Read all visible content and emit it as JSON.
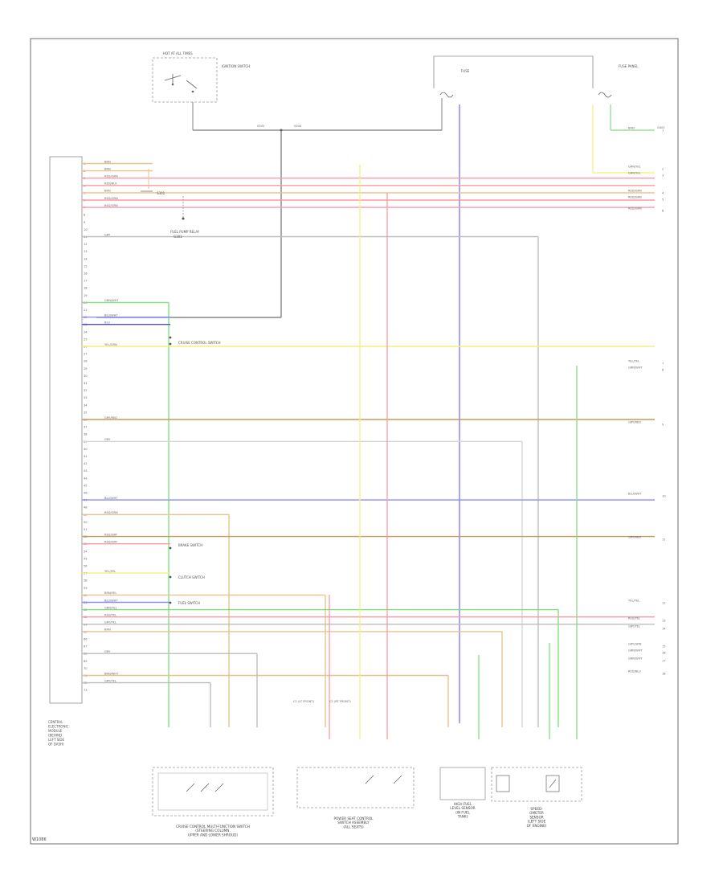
{
  "diagram": {
    "figure_id": "W1086",
    "top_labels": {
      "ignition_switch": "IGNITION SWITCH",
      "hot_at_all_times": "HOT AT ALL TIMES",
      "fuse": "FUSE",
      "fuse_panel": "FUSE PANEL",
      "splice_1": "S303",
      "splice_2": "S304",
      "ground": "G401"
    },
    "module": {
      "label_lines": [
        "CENTRAL",
        "ELECTRONIC",
        "MODULE",
        "(BEHIND",
        "LEFT SIDE",
        "OF DASH)"
      ]
    },
    "pins": [
      "1",
      "2",
      "3",
      "4",
      "5",
      "6",
      "7",
      "8",
      "9",
      "10",
      "11",
      "12",
      "13",
      "14",
      "15",
      "16",
      "17",
      "18",
      "19",
      "20",
      "21",
      "22",
      "23",
      "24",
      "25",
      "26",
      "27",
      "28",
      "29",
      "30",
      "31",
      "32",
      "33",
      "34",
      "35",
      "36",
      "37",
      "38",
      "39",
      "40",
      "41",
      "42",
      "43",
      "44",
      "45",
      "46",
      "47",
      "48",
      "49",
      "50",
      "51",
      "52",
      "53",
      "54",
      "55",
      "56",
      "57",
      "58",
      "59",
      "60",
      "61",
      "62",
      "63",
      "64",
      "65",
      "66",
      "67",
      "68",
      "69",
      "70",
      "71",
      "72",
      "73"
    ],
    "wires": [
      {
        "label": "BRN",
        "color": "#e6c48a"
      },
      {
        "label": "BRN",
        "color": "#e6c48a"
      },
      {
        "label": "RED/GRN",
        "color": "#ff9aa2"
      },
      {
        "label": "RED/BLK",
        "color": "#ff9aa2"
      },
      {
        "label": "BRN",
        "color": "#e6c48a"
      },
      {
        "label": "RED/GRN",
        "color": "#ff9aa2"
      },
      {
        "label": "RED/GRN",
        "color": "#ff9aa2"
      },
      {
        "label": "GRY",
        "color": "#bdbdbd"
      },
      {
        "label": "GRN/WHT",
        "color": "#7fe07f"
      },
      {
        "label": "BLK",
        "color": "#8a8a8a"
      },
      {
        "label": "BLU/WHT",
        "color": "#8a8aff"
      },
      {
        "label": "BLU",
        "color": "#4a4aff"
      },
      {
        "label": "YEL/GRN",
        "color": "#f5f07a"
      },
      {
        "label": "GRY/RED",
        "color": "#c79a5a"
      },
      {
        "label": "GRY",
        "color": "#d5d5d5"
      },
      {
        "label": "BLU/WHT",
        "color": "#8a8aff"
      },
      {
        "label": "RED/GRN",
        "color": "#e6c48a"
      },
      {
        "label": "YEL/YEL",
        "color": "#f5f07a"
      },
      {
        "label": "RED/GRY",
        "color": "#c79a5a"
      },
      {
        "label": "RED/GRY",
        "color": "#ff9aa2"
      },
      {
        "label": "YEL/YEL",
        "color": "#f5f07a"
      },
      {
        "label": "BRN/YEL",
        "color": "#e6c48a"
      },
      {
        "label": "BLU/WHT",
        "color": "#8a8aff"
      },
      {
        "label": "GRN/YEL",
        "color": "#7fe07f"
      },
      {
        "label": "RED/YEL",
        "color": "#ff9aa2"
      },
      {
        "label": "GRY/YEL",
        "color": "#bdbdbd"
      },
      {
        "label": "BRN",
        "color": "#e6c48a"
      },
      {
        "label": "GRY",
        "color": "#bdbdbd"
      },
      {
        "label": "BRN/WHT",
        "color": "#e6c48a"
      },
      {
        "label": "GRY/YEL",
        "color": "#bdbdbd"
      }
    ],
    "right_wires": [
      {
        "label": "BRN",
        "pin": "1"
      },
      {
        "label": "GRN/YEL",
        "pin": "2"
      },
      {
        "label": "GRN/YEL",
        "pin": "3"
      },
      {
        "label": "RED/GRN",
        "pin": "4"
      },
      {
        "label": "RED/GRN",
        "pin": "5"
      },
      {
        "label": "RED/GRN",
        "pin": "6"
      },
      {
        "label": "YEL/YEL",
        "pin": "7"
      },
      {
        "label": "GRN/WHT",
        "pin": "8"
      },
      {
        "label": "GRY/RED",
        "pin": "9"
      },
      {
        "label": "BLU/WHT",
        "pin": "10"
      },
      {
        "label": "GRY/RED",
        "pin": "11"
      },
      {
        "label": "YEL/YEL",
        "pin": "12"
      },
      {
        "label": "RED/YEL",
        "pin": "13"
      },
      {
        "label": "GRY/YEL",
        "pin": "14"
      },
      {
        "label": "GRY/GRN",
        "pin": "15"
      },
      {
        "label": "GRN/WHT",
        "pin": "16"
      },
      {
        "label": "GRN/WHT",
        "pin": "17"
      },
      {
        "label": "RED/BLU",
        "pin": "18"
      }
    ],
    "mid_labels": {
      "splice_mid": "S301",
      "fuel_pump_relay": "FUEL PUMP RELAY",
      "ground_mid": "G301",
      "cruise_control_switch": "CRUISE CONTROL SWITCH",
      "brake_switch": "BRAKE SWITCH",
      "clutch_switch": "CLUTCH SWITCH",
      "fuel_switch": "FUEL SWITCH"
    },
    "components": [
      {
        "lines": [
          "CRUISE CONTROL MULTI-FUNCTION SWITCH",
          "(STEERING COLUMN,",
          "UPPER AND LOWER SHROUD)"
        ]
      },
      {
        "lines": [
          "POWER SEAT CONTROL",
          "SWITCH ASSEMBLY",
          "(ALL SEATS)"
        ]
      },
      {
        "lines": [
          "HIGH FUEL",
          "LEVEL SENSOR",
          "(IN FUEL",
          "TANK)"
        ]
      },
      {
        "lines": [
          "SPEED-",
          "OMETER",
          "SENSOR",
          "(LEFT SIDE",
          "OF ENGINE)"
        ]
      }
    ],
    "connector_labels": [
      "C1 (LT FRONT)",
      "C2 (RT FRONT)"
    ]
  }
}
